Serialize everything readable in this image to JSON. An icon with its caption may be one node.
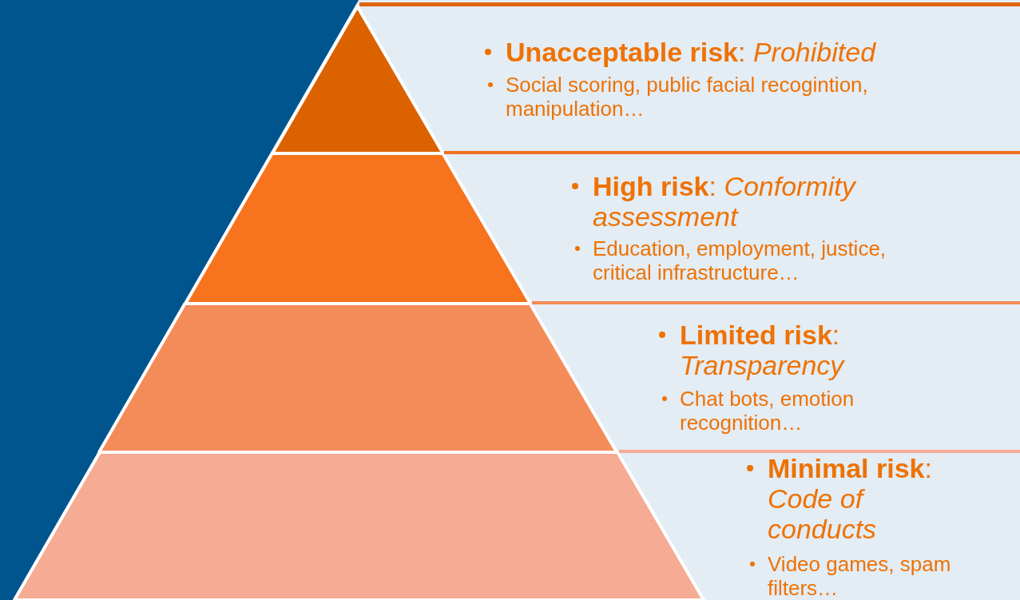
{
  "diagram": {
    "nodes": [
      {
        "text": [],
        "shape": "triangle",
        "beside": [
          "**Unacceptable risk**: *Prohibited*",
          "Social scoring, public facial recogintion, manipulation…"
        ]
      },
      {
        "text": [],
        "shape": "trapezoid",
        "beside": [
          "**High risk**: *Conformity assessment*",
          "Education, employment, justice, critical infrastructure…"
        ]
      },
      {
        "text": [],
        "shape": "trapezoid",
        "beside": [
          "**Limited risk**: *Transparency*",
          "Chat bots, emotion recognition…"
        ]
      },
      {
        "text": [],
        "shape": "trapezoid",
        "beside": [
          "**Minimal risk**: *Code of conducts*",
          "Video games, spam filters…"
        ]
      }
    ]
  }
}
